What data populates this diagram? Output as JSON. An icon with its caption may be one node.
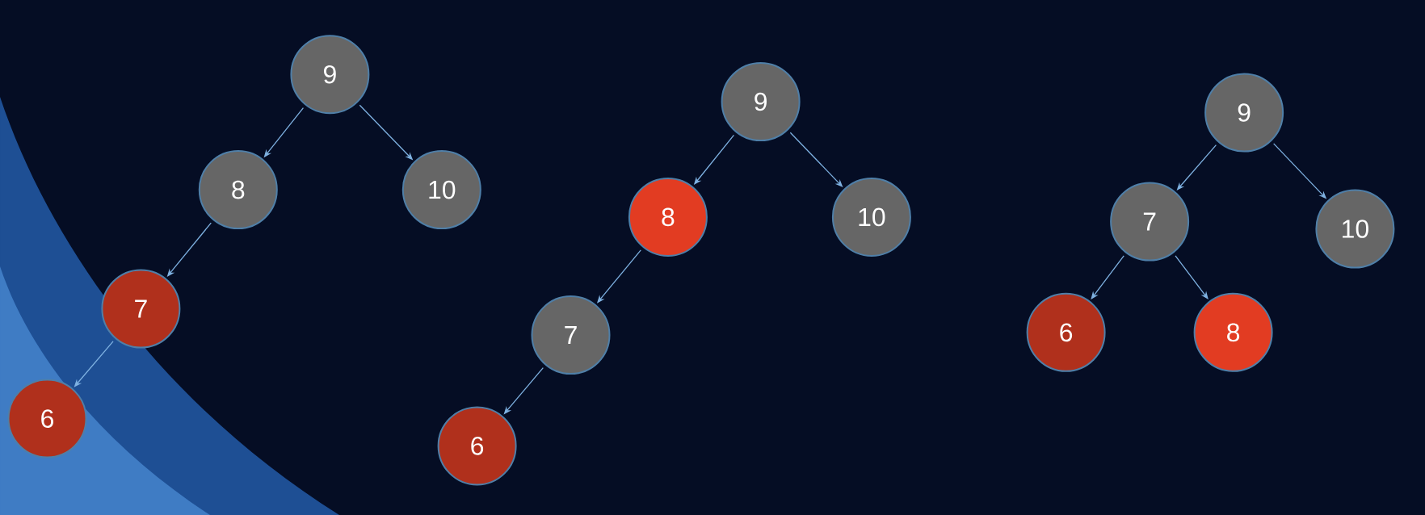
{
  "diagram": {
    "nodes": [
      {
        "text": [
          "9"
        ]
      },
      {
        "text": [
          "8"
        ]
      },
      {
        "text": [
          "10"
        ]
      },
      {
        "text": [
          "7"
        ]
      },
      {
        "text": [
          "6"
        ]
      },
      {
        "text": [
          "9"
        ]
      },
      {
        "text": [
          "8"
        ]
      },
      {
        "text": [
          "10"
        ]
      },
      {
        "text": [
          "7"
        ]
      },
      {
        "text": [
          "6"
        ]
      },
      {
        "text": [
          "9"
        ]
      },
      {
        "text": [
          "7"
        ]
      },
      {
        "text": [
          "10"
        ]
      },
      {
        "text": [
          "6"
        ]
      },
      {
        "text": [
          "8"
        ]
      }
    ],
    "edges": [
      {
        "from": 0,
        "to": 1,
        "arrow": "to"
      },
      {
        "from": 0,
        "to": 2,
        "arrow": "to"
      },
      {
        "from": 1,
        "to": 3,
        "arrow": "to"
      },
      {
        "from": 3,
        "to": 4,
        "arrow": "to"
      },
      {
        "from": 5,
        "to": 6,
        "arrow": "to"
      },
      {
        "from": 5,
        "to": 7,
        "arrow": "to"
      },
      {
        "from": 6,
        "to": 8,
        "arrow": "to"
      },
      {
        "from": 8,
        "to": 9,
        "arrow": "to"
      },
      {
        "from": 10,
        "to": 11,
        "arrow": "to"
      },
      {
        "from": 10,
        "to": 12,
        "arrow": "to"
      },
      {
        "from": 11,
        "to": 13,
        "arrow": "to"
      },
      {
        "from": 11,
        "to": 14,
        "arrow": "to"
      }
    ]
  }
}
